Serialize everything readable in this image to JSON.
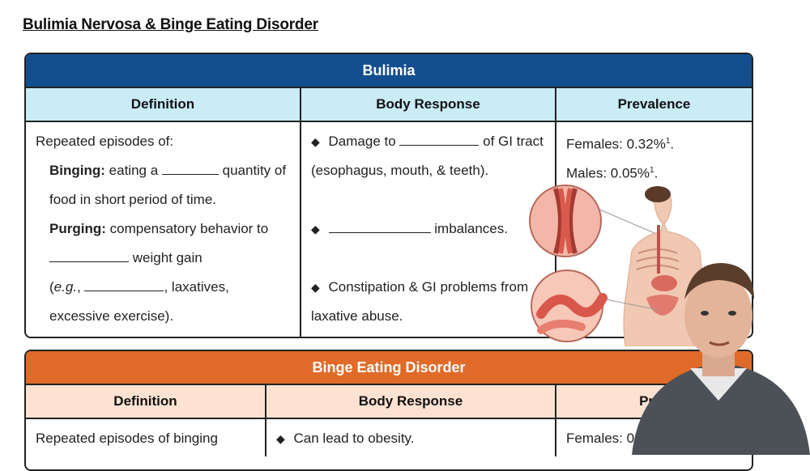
{
  "page": {
    "title": "Bulimia Nervosa & Binge Eating Disorder"
  },
  "bulimia": {
    "title": "Bulimia",
    "headers": [
      "Definition",
      "Body Response",
      "Prevalence"
    ],
    "definition": {
      "intro": "Repeated episodes of:",
      "binging_term": "Binging:",
      "binging_text_1": "eating a",
      "binging_text_2": "quantity of",
      "binging_text_3": "food in short period of time.",
      "purging_term": "Purging:",
      "purging_text_1": "compensatory behavior to",
      "purging_text_2": "weight gain",
      "example_prefix": "e.g.",
      "example_text": ", laxatives,",
      "example_line2": "excessive exercise)."
    },
    "body_response": {
      "item1_a": "Damage to",
      "item1_b": "of GI tract",
      "item1_c": "(esophagus, mouth, & teeth).",
      "item2": "imbalances.",
      "item3_a": "Constipation & GI problems from",
      "item3_b": "laxative abuse."
    },
    "prevalence": {
      "females": "Females: 0.32%",
      "males": "Males: 0.05%",
      "footnote": "1"
    }
  },
  "bed": {
    "title": "Binge Eating Disorder",
    "headers": [
      "Definition",
      "Body Response",
      "Prev"
    ],
    "definition": "Repeated episodes of binging",
    "body_response": "Can lead to obesity.",
    "prevalence": "Females: 0"
  },
  "icons": {
    "bullet": "diamond-bullet-icon"
  }
}
